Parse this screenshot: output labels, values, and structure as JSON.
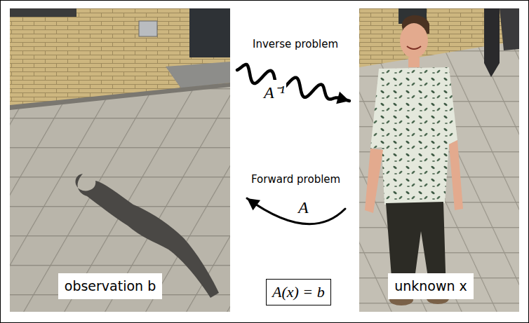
{
  "diagram": {
    "nodes": [
      {
        "text": [
          "observation b"
        ]
      },
      {
        "text": [
          "unknown x"
        ]
      },
      {
        "text": [
          "A(x) = b"
        ]
      }
    ],
    "edges": [
      {
        "from": 0,
        "to": 1,
        "arrow": "to",
        "label": "Inverse problem"
      },
      {
        "from": 1,
        "to": 0,
        "arrow": "to",
        "label": "Forward problem"
      }
    ],
    "labels": [
      "A⁻¹",
      "A"
    ]
  }
}
